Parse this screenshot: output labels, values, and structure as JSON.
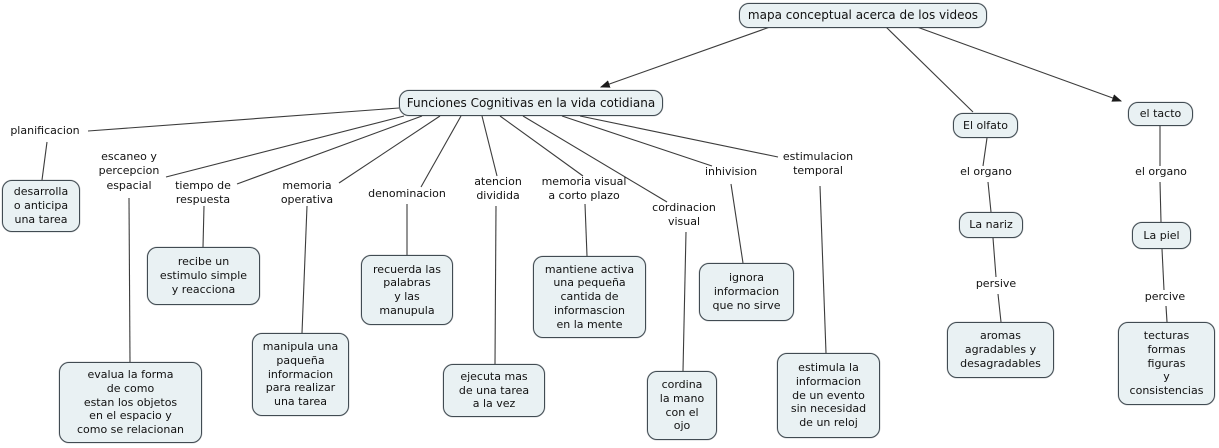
{
  "colors": {
    "background": "#ffffff",
    "node_fill": "#e9f1f3",
    "node_border": "#414b52",
    "line": "#3c3c3c",
    "text": "#111111"
  },
  "map": {
    "root": "mapa conceptual acerca de los videos",
    "funciones": {
      "title": "Funciones Cognitivas en la vida cotidiana",
      "planificacion": {
        "label": "planificacion",
        "detail": "desarrolla\no anticipa\nuna tarea"
      },
      "escaneo": {
        "label": "escaneo y\npercepcion\nespacial",
        "detail": "evalua la forma\nde como\nestan los objetos\nen el espacio y\ncomo se relacionan"
      },
      "tiempo": {
        "label": "tiempo de\nrespuesta",
        "detail": "recibe un\nestimulo simple\ny reacciona"
      },
      "memoria_operativa": {
        "label": "memoria\noperativa",
        "detail": "manipula una\npaqueña\ninformacion\npara realizar\nuna tarea"
      },
      "denominacion": {
        "label": "denominacion",
        "detail": "recuerda las\npalabras\ny las\nmanupula"
      },
      "atencion": {
        "label": "atencion\ndividida",
        "detail": "ejecuta mas\nde una tarea\na la vez"
      },
      "memoria_visual": {
        "label": "memoria visual\na corto plazo",
        "detail": "mantiene activa\nuna pequeña\ncantida de\ninformascion\nen la mente"
      },
      "cordinacion": {
        "label": "cordinacion\nvisual",
        "detail": "cordina\nla mano\ncon el\nojo"
      },
      "inhivision": {
        "label": "inhivision",
        "detail": "ignora\ninformacion\nque no sirve"
      },
      "estimulacion": {
        "label": "estimulacion\ntemporal",
        "detail": "estimula la\ninformacion\nde un evento\nsin necesidad\nde un reloj"
      }
    },
    "olfato": {
      "title": "El olfato",
      "organ_label": "el organo",
      "organ": "La nariz",
      "verb": "persive",
      "detail": "aromas\nagradables y\ndesagradables"
    },
    "tacto": {
      "title": "el tacto",
      "organ_label": "el organo",
      "organ": "La piel",
      "verb": "percive",
      "detail": "tecturas\nformas\nfiguras\ny\nconsistencias"
    }
  }
}
